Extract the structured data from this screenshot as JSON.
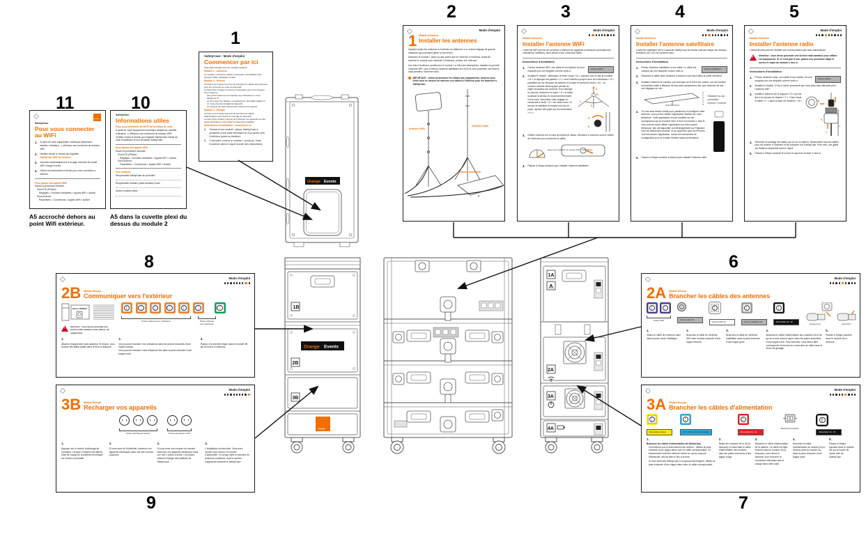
{
  "common": {
    "mode": "Mode d'emploi"
  },
  "numbers": {
    "n1": "1",
    "n2": "2",
    "n3": "3",
    "n4": "4",
    "n5": "5",
    "n6": "6",
    "n7": "7",
    "n8": "8",
    "n9": "9",
    "n10": "10",
    "n11": "11"
  },
  "captions": {
    "p11": "A5 accroché dehors au point Wifi extérieur.",
    "p10": "A5 dans la cuvette plexi du dessus du module 2"
  },
  "start_card": {
    "header": "SafetyCase : Mode d'emploi",
    "title": "Commencer par ici",
    "intro": "Vous allez interagir avec les modules suivants :",
    "m1h": "Module 1 : Antennes",
    "m1t": "Le module 1 contient le matériel nécessaire à l'installation des antennes WiFi, satellitaire et radio.",
    "m2h": "Module 2 : Réseau",
    "m2t1": "La Face A du module 2 permet de brancher les câbles des antennes pour les connecter au reste du dispositif.",
    "m2t2": "La Face B du module 2 contient le nécessaire pour communiquer vers l'extérieur :",
    "m2b1": "des prises Internet pour brancher vos ordinateurs et votre téléphone IP ;",
    "m2b2": "un tiroir avec une tablette, 3 smartphones, des talkie-walkies et un mode d'emploi détaillé du dispositif ;",
    "m2b3": "un système de radio-transmission réservé aux experts.",
    "m3h": "Module 3 : Énergie",
    "m3t1": "La Face A du module 3 permet de brancher les câbles d'alimentation pour fournir de l'énergie au dispositif.",
    "m3t2": "La Face B du module 3 permet de recharger vos appareils via des prises électriques et de vérifier le niveau de la batterie.",
    "ih": "Instructions d'installation : commencer ici",
    "i1n": "1.",
    "i1": "Choisir le bon endroit : placez SafetyCase à proximité d'une prise électrique et d'un accès vers l'extérieur (porte ou fenêtre).",
    "i2n": "2.",
    "i2": "C'est parti ! ouvrez le module 1 (celui-ci). Vous trouverez dans le capot la suite des instructions."
  },
  "card_antennas": {
    "num": "1",
    "module": "Module Antennes",
    "title": "Installer les antennes",
    "p1": "Installez toutes les antennes à l'extérieur du bâtiment, à un endroit dégagé de grands obstacles qui pourraient gêner la connexion.",
    "p2": "Détachez le module 1 (celui ci) des autres afin de l'amener à l'extérieur. Avant de soulever le module pour l'amener à l'extérieur, pensez à le refermer.",
    "p3": "Une fois à l'extérieur, positionnez le module 1 à l'abri des intempéries. Installez en priorité l'antenne WiFi, puis si besoin l'antenne satellitaire et à la fin si vous possédez une licence radio-amateur, l'antenne radio.",
    "imp": "IMPORTANT : Avant de brancher les câbles aux équipements, assurez-vous d'être bien en mesure de ramener ces câbles à l'intérieur pour les brancher à SafetyCase.",
    "lbl_wifi": "Antenne WiFi",
    "lbl_radio": "Antenne radio",
    "lbl_sat": "Antenne satellitaire"
  },
  "card_wifi": {
    "module": "Module Antennes",
    "title": "Installer l'antenne WiFi",
    "intro": "L'antenne WiFi permet de connecter à Internet les appareils numériques (smartphones, ordinateurs, tablettes), sans besoin d'une connexion filaire.",
    "subh": "Instructions d'installation",
    "s1n": "1.",
    "s1": "Prenez l'antenne WiFi, son câble et son trépied. Ils sont marqués par une étiquette comme celle-ci :",
    "tag1": "Antenne WiFi",
    "tag1n": "1",
    "s2n": "2.",
    "s2": "Installez le trépied : débloquez le levier rouge « A », poussez vers le bas la fonderie « B » et déployez les jambes « C » vers l'extérieur jusqu'à avoir les entretoises « D » parallèles au sol. Bloquez les jambes et la base en serrant le levier « A ».",
    "s2b": "La colonne centrale télescopique permet de régler la hauteur par sections. Pour allonger la colonne, desserrez le levier « E » et faites coulisser la section en la tenant fermement d'une main. Verrouillez votre réglage en resserrant le levier « E » de l'autre main. Si besoin de stabiliser le trépied une fois en place, ajoutez des poids sur les entretoises « G ».",
    "s3n": "3.",
    "s3": "Enfilez l'antenne sur le haut du trépied et vissez. Dévissez le bouchon sous le boîtier de l'antenne pour y brancher le câble.",
    "s3note": "Rayon de captation du réseau WiFi : 100 mètres.",
    "s4n": "4.",
    "s4": "Passez à l'étape suivante pour installer l'antenne satellitaire."
  },
  "card_sat": {
    "module": "Module Antennes",
    "title": "Installer l'antenne satellitaire",
    "intro": "L'antenne satellitaire sert à connecter SafetyCase au réseau Internet lorsque les réseaux terrestres (4G, 5G) ne marchent plus.",
    "subh": "Instructions d'installation",
    "s1n": "1.",
    "s1": "Prenez l'antenne satellitaire et son câble. Le câble est marqué par une étiquette comme celle-ci :",
    "tag1": "Antenne satellitaire",
    "tag1n": "1",
    "s2n": "2.",
    "s2": "Branchez le câble dans l'antenne à travers le port situé dans la partie inférieure.",
    "s3n": "3.",
    "s3": "Installez l'antenne en hauteur, par exemple sur le toit d'une voiture, sur une surface horizontale solide à distance de tout autre équipement, afin que l'antenne ait une vue dégagée du ciel.",
    "s3note": "Distance au sol conseillée : environ 2 mètres",
    "s4n": "4.",
    "s4": "Si vous avez besoin d'aide pour positionner et configurer cette antenne, vous pouvez utiliser l'application Starlink sur votre téléphone. Cette application est pré-installée sur les smartphones qui se trouvent dans le tiroir du module 2, face B. Vous pouvez aussi utiliser l'application sur votre propre téléphone, elle est disponible au téléchargement sur Playstore pour les téléphones Android, et sur AppStore pour les iPhones. Une fois lancée l'application, suivez les instructions de configuration pour le modèle Starlink haute performance.",
    "s5n": "5.",
    "s5": "Passez à l'étape suivante si besoin pour installer l'antenne radio."
  },
  "card_radio": {
    "module": "Module Antennes",
    "title": "Installer l'antenne radio",
    "intro": "L'antenne radio permet d'établir une communication par radio-transmission.",
    "warn": "Attention : vous devez posséder une licence radio-amateur pour utiliser cet équipement. Si ce n'est pas le cas, passez à la prochaine étape et ouvrez le capot du module 2, face A.",
    "subh": "Instructions d'installation",
    "s1n": "1.",
    "s1": "Prenez l'antenne radio, son câble et son trépied. Ils sont marqués par une étiquette comme celle-ci :",
    "tag1": "Antenne radio",
    "tag1n": "1",
    "s2n": "2.",
    "s2": "Installez le trépied. C'est la même procédure que vous avez déjà effectuée pour l'antenne WiFi.",
    "s3n": "3.",
    "s3": "Installez l'antenne sur le support « S » qui est fixé à la colonne du trépied « T ». Il faut visser le câble « C » dans la base de l'antenne « B ».",
    "s4n": "4.",
    "s4": "Sécurisez le passage de câbles (au sol ou en aérien). Rassemblez tous les câbles pour les amener à l'intérieur et les brancher à la SafetyCase. Pour cela, une gaine est d'ailleurs disponible dans le capot.",
    "s5n": "5.",
    "s5": "Passez à l'étape suivante et ouvrez le capot du module 2, face A."
  },
  "card_wifi_a5": {
    "brand": "SafetyCase",
    "title": "Pour vous connecter au WiFi",
    "s1n": "1.",
    "s1": "À partir de votre équipement numérique (téléphone, tablette, ordinateur...), effectuez une recherche de réseaux WiFi.",
    "s2n": "2.",
    "s2a": "Veuillez choisir le réseau qui s'appelle",
    "s2b": "SafetyCase WiFi de secours",
    "s3n": "3.",
    "s3": "Accédez automatiquement à la page d'accueil du portail WiFi Orange Events.",
    "s4n": "4.",
    "s4": "Suivez les instructions à l'écran pour vous connecter à Internet.",
    "sec2h": "Pour passer des appels WiFi",
    "sec2i": "Suivre la procédure suivante :",
    "ios": "Sous iOS (iPhone) :",
    "iospath": "Réglages > Données cellulaires > Appels WiFi > Activer",
    "android": "Sous Android :",
    "androidpath": "Paramètres > Connexions > Appels WiFi > Activer"
  },
  "card_info_a5": {
    "brand": "SafetyCase",
    "title": "Informations utiles",
    "sec1h": "Pour vous connecter au Wi-Fi de la cellule de crise",
    "sec1t1": "À partir de votre équipement numérique (téléphone, tablette, ordinateur...), effectuez une recherche de réseaux WiFi.",
    "sec1t2": "Veuillez choisir le réseau qui s'appelle SafetyCase Cellule de crise et saisissez le mot de passe SafetyCase.",
    "sec2h": "Pour passer des appels WiFi",
    "sec2i": "Suivez la procédure suivante :",
    "ios": "Sous iOS (iPhone) :",
    "iospath": "Réglages > Données cellulaires > Appels WiFi > Activer",
    "android": "Sous Android :",
    "androidpath": "Paramètres > Connexions > Appels WiFi > Activer",
    "sec3h": "Vos contacts",
    "c1": "Responsable SafetyCase de proximité :",
    "c2": "Responsable réseaux (radio-amateur) local :",
    "c3": "Autres contacts utiles :"
  },
  "card_2b": {
    "num": "2B",
    "module": "Module Réseau",
    "title": "Communiquer vers l'extérieur",
    "device": "Xpress PD500H",
    "warn": "Attention : vous devez posséder une licence  radio-amateur pour utiliser cet équipement.",
    "cap1": "Prises ethernet pour ordinateur",
    "cap2": "Prises ethernet pour téléphone",
    "s1n": "1.",
    "s1": "Allumez l'équipement radio-amateur. Si besoin, vous trouvez des talkie-walkie dans le tiroir ci-dessous.",
    "s2n": "2.",
    "s2a": "Vous pouvez brancher vos ordinateurs dans les prises entourées d'une bague orange.",
    "s2b": "Vous pouvez brancher votre téléphone fixe dans la prise entourée d'une bague verte.",
    "s3n": "3.",
    "s3": "Passez à la dernière étape dans le module 3B qui se trouve ci-dessous."
  },
  "card_3b": {
    "num": "3B",
    "module": "Module Énergie",
    "title": "Recharger vos appareils",
    "cap1": "Prises électriques secteur",
    "cap2": "Prises électriques UPS",
    "s1n": "1.",
    "s1": "Appuyez sur le bouton d'allumage de l'onduleur. Lorsque l'onduleur est allumé, l'état de charge de la batterie est indiqué sur l'écran à proximité.",
    "s2n": "2.",
    "s2": "Si vous avez de l'électricité, branchez vos appareils électriques dans une des 3 prises à gauche.",
    "s3n": "3.",
    "s3": "Si vous avez une coupure de courant, branchez vos appareils électriques dans une des 2 prises à droite. Ces prises utilisent l'énergie des batteries de SafetyCase.",
    "s4n": "4.",
    "s4": "L'installation est terminée. Vous avez devant vous environ 24 heures d'autonomie. Ce temps varie en fonction de plusieurs conditions, dont le nombre d'appareils branchés à SafetyCase."
  },
  "card_2a": {
    "num": "2A",
    "module": "Module Réseau",
    "title": "Brancher les câbles des antennes",
    "cap_wifi": "Prises WiFi",
    "tag_radio": "Antenne radio  2A",
    "tag_wifi": "Antenne WiFi  2A",
    "tag_sat": "Antenne satellitaire  2A",
    "tag_alim": "Alimentation  2A - 3A",
    "engage": "Engagement",
    "separ": "Séparation",
    "s1n": "1.",
    "s1": "Vissez le câble de l'antenne radio dans la prise ronde métallique.",
    "s2n": "2.",
    "s2": "Branchez le câble de l'antenne WiFi dans la prise entourée d'une bague blanche.",
    "s3n": "3.",
    "s3": "Branchez le câble de l'antenne satellitaire dans la prise entourée d'une bague grise.",
    "s4n": "4.",
    "s4": "Branchez le câble d'alimentation des modules 2A et 3A qui se trouve dans le capot, dans les prises entourées d'une bague noire. Pour brancher, vous devez faire correspondre l'encoche du connecteur du câble avec la forme de guidage.",
    "s5n": "5.",
    "s5": "Passez à l'étape suivante dans le module 3A ci-dessous."
  },
  "card_3a": {
    "num": "3A",
    "module": "Module Énergie",
    "title": "Brancher les câbles d'alimentation",
    "tag_secteur": "Alimentation secteur",
    "tag_groupe": "Alimentation groupe électrogène",
    "tag_34": "Alimentation 3A - 4A",
    "tag_batt": "Branchement batterie",
    "tag_23": "Alimentation 2A - 3A",
    "s1n": "1.",
    "s1": "Branchez les câbles d'alimentation de SafetyCase.",
    "s1b1": "Commencez par le branchement sur secteur : utilisez la prise entourée d'une bague jaune avec le câble correspondant. Ce branchement doit être effectué même en cas de coupure d'électricité, afin de faire le lien à la terre.",
    "s1b2": "Si vous branchez SafetyCase à un groupe électrogène, utilisez la prise entourée d'une bague bleue avec le câble correspondant.",
    "s2n": "2.",
    "s2": "Reliez les modules 3A et 4A (ci-dessous) en branchant le câble d'alimentation des modules dans les prises entourées d'une bague rouge.",
    "s3n": "3.",
    "s3": "Branchez le câble d'alimentation de la batterie. Ce câble est déjà branché dans le module 4A (ci-dessous), vous devez le remonter pour brancher le connecteur électrique gris et orange dans cette prise.",
    "s4n": "4.",
    "s4": "Branchez le câble d'alimentation du module 2A (ci-dessus) dans le module 3A, dans la prise entourée d'une bague noire.",
    "s5n": "5.",
    "s5": "Passez à l'étape suivante dans le module 2B qui se trouve de l'autre côté de SafetyCase."
  },
  "cases": {
    "badge_orange": "Orange",
    "badge_events": "Events",
    "logo_text": "orange",
    "left_labels": [
      "1B",
      "2B",
      "3B"
    ],
    "right_labels": [
      "1A",
      "2A",
      "3A",
      "4A"
    ]
  }
}
